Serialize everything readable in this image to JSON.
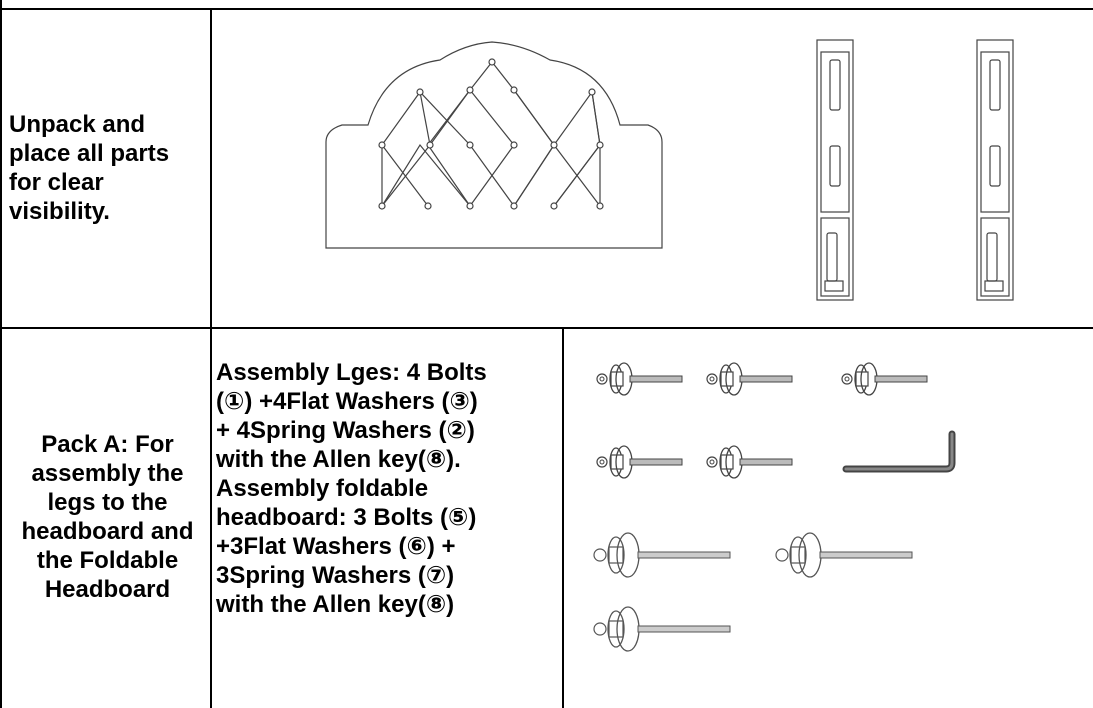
{
  "row1": {
    "instruction": "Unpack and place all parts for clear visibility.",
    "illustrations": [
      "tufted-headboard-icon",
      "headboard-leg-icon",
      "headboard-leg-icon"
    ]
  },
  "row2": {
    "pack_title": "Pack A: For assembly the legs to the headboard and the Foldable Headboard",
    "contents_lines": [
      "Assembly Lges: 4 Bolts",
      "(①) +4Flat Washers (③)",
      "+ 4Spring Washers (②)",
      "with the Allen key(⑧).",
      "Assembly foldable",
      "headboard: 3 Bolts (⑤)",
      "+3Flat Washers (⑥) +",
      "3Spring Washers (⑦)",
      "with the Allen key(⑧)"
    ],
    "illustrations": [
      "bolt-icon",
      "allen-key-icon"
    ]
  }
}
